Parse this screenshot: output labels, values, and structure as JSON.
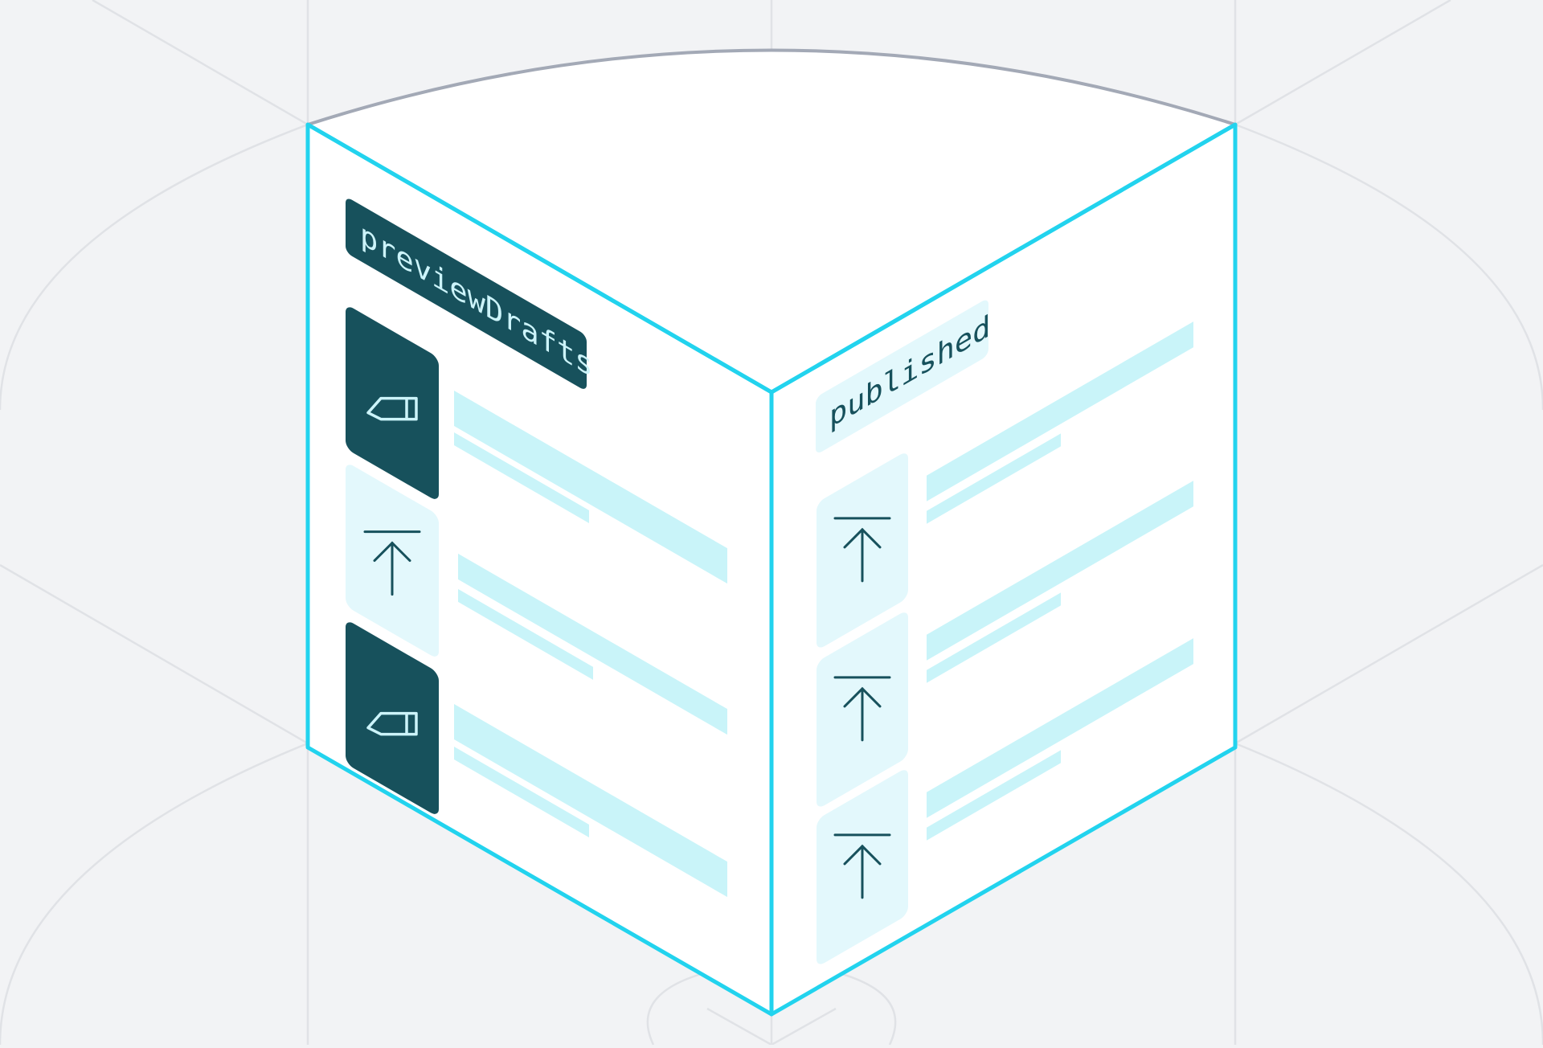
{
  "colors": {
    "background": "#f2f3f5",
    "guide_line": "#e0e2e6",
    "box_fill": "#ffffff",
    "box_outline": "#22d3ee",
    "top_arc": "#a3a9b6",
    "dark_teal": "#17515c",
    "light_cyan_fill": "#e3f8fc",
    "text_bar": "#c9f4f9",
    "icon_stroke_light": "#ccf4fa"
  },
  "panels": {
    "left": {
      "label": "previewDrafts",
      "items": [
        {
          "icon": "pencil-icon",
          "style": "dark"
        },
        {
          "icon": "upload-arrow-icon",
          "style": "light"
        },
        {
          "icon": "pencil-icon",
          "style": "dark"
        }
      ]
    },
    "right": {
      "label": "published",
      "items": [
        {
          "icon": "upload-arrow-icon",
          "style": "light"
        },
        {
          "icon": "upload-arrow-icon",
          "style": "light"
        },
        {
          "icon": "upload-arrow-icon",
          "style": "light"
        }
      ]
    }
  }
}
